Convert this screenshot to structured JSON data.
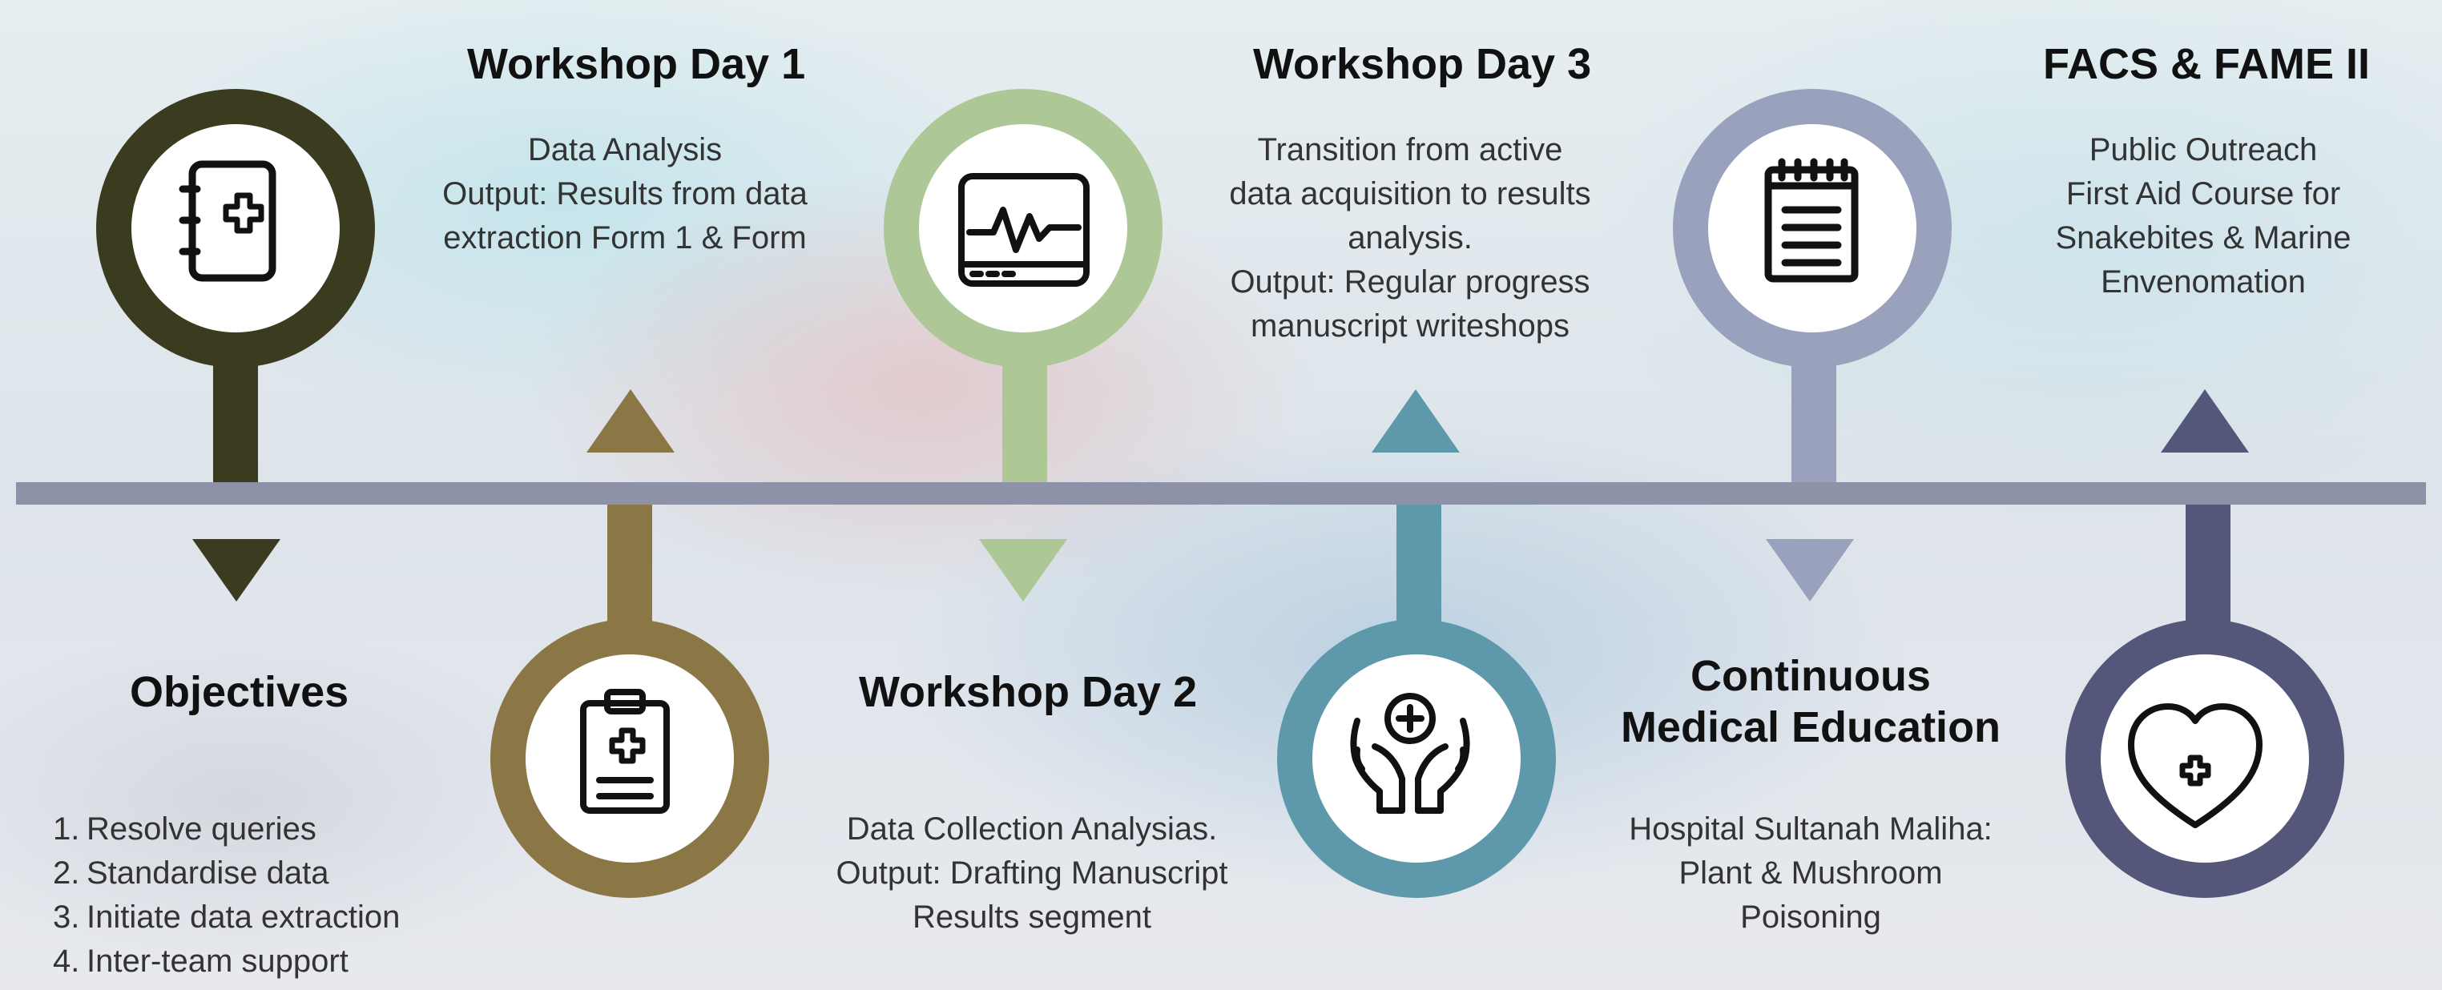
{
  "colors": {
    "timeline": "#8d92a8",
    "obj": "#3a3b1f",
    "day1": "#8a7745",
    "day2": "#aec796",
    "day3": "#5e98ab",
    "cme": "#9aa1bd",
    "facs": "#55577a"
  },
  "milestones": {
    "workshop_day_1": {
      "title": "Workshop Day 1",
      "lines": [
        "Data Analysis",
        "Output: Results from data",
        "extraction Form 1 & Form"
      ]
    },
    "workshop_day_3": {
      "title": "Workshop Day 3",
      "lines": [
        "Transition from active",
        "data acquisition to results",
        "analysis.",
        "Output: Regular progress",
        "manuscript writeshops"
      ]
    },
    "facs_fame": {
      "title": "FACS & FAME II",
      "lines": [
        "Public Outreach",
        "First Aid Course for",
        "Snakebites & Marine",
        "Envenomation"
      ]
    },
    "objectives": {
      "title": "Objectives",
      "items": [
        {
          "num": "1.",
          "text": "Resolve queries"
        },
        {
          "num": "2.",
          "text": "Standardise data"
        },
        {
          "num": "3.",
          "text": "Initiate data extraction"
        },
        {
          "num": "4.",
          "text": "Inter-team support"
        }
      ]
    },
    "workshop_day_2": {
      "title": "Workshop Day 2",
      "lines": [
        "Data Collection Analysias.",
        "Output: Drafting Manuscript",
        "Results segment"
      ]
    },
    "cme": {
      "title_lines": [
        "Continuous",
        "Medical Education"
      ],
      "lines": [
        "Hospital Sultanah Maliha:",
        "Plant & Mushroom",
        "Poisoning"
      ]
    }
  },
  "icons": {
    "objectives": "medical-record-icon",
    "day1": "clipboard-medical-icon",
    "day2": "heart-monitor-icon",
    "day3": "hands-care-icon",
    "cme": "notepad-icon",
    "facs": "heart-plus-icon"
  }
}
